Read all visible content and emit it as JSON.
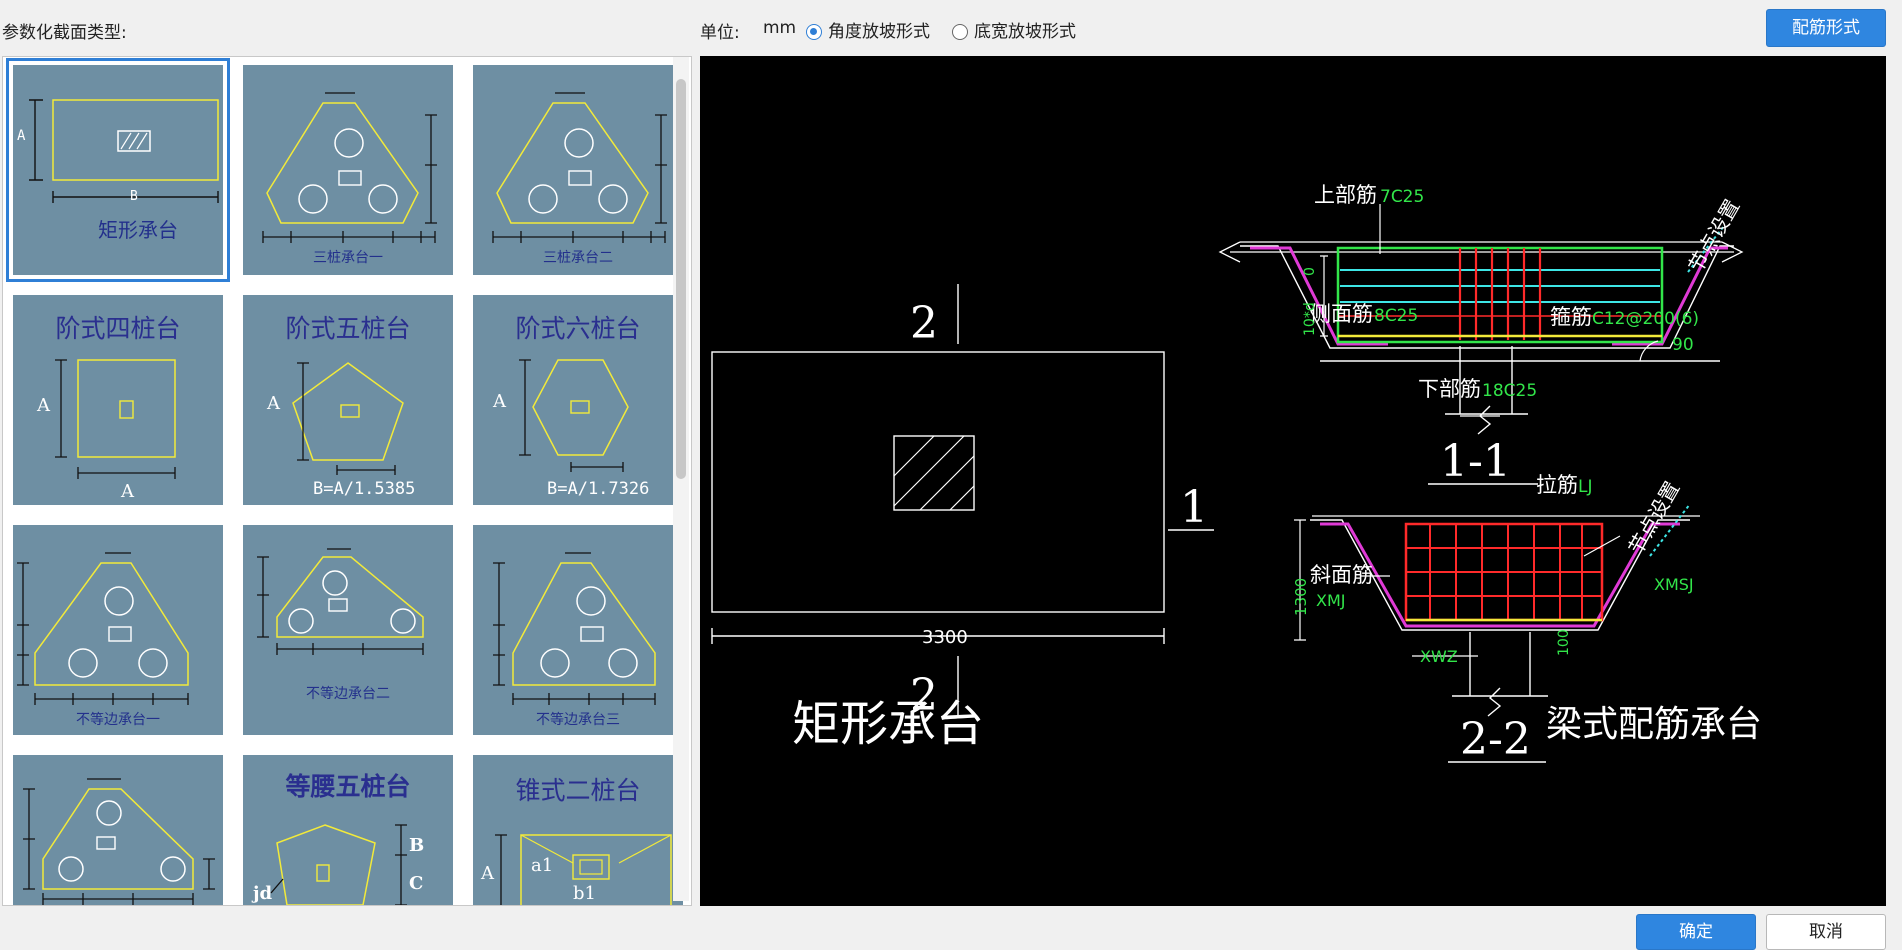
{
  "toolbar": {
    "section_type_label": "参数化截面类型:",
    "unit_label": "单位:",
    "unit_value": "mm",
    "radio_angle_label": "角度放坡形式",
    "radio_width_label": "底宽放坡形式",
    "rebar_form_button": "配筋形式"
  },
  "gallery": {
    "tiles": [
      {
        "caption": "矩形承台",
        "dim_a": "A",
        "dim_b": "B"
      },
      {
        "caption": "三桩承台一"
      },
      {
        "caption": "三桩承台二"
      },
      {
        "title": "阶式四桩台",
        "dim_a": "A",
        "dim_b": "A"
      },
      {
        "title": "阶式五桩台",
        "dim_a": "A",
        "note": "B=A/1.5385"
      },
      {
        "title": "阶式六桩台",
        "dim_a": "A",
        "note": "B=A/1.7326"
      },
      {
        "caption": "不等边承台一"
      },
      {
        "caption": "不等边承台二"
      },
      {
        "caption": "不等边承台三"
      },
      {
        "caption": ""
      },
      {
        "title": "等腰五桩台",
        "dim_b": "B",
        "dim_c": "C",
        "dim_jd": "jd"
      },
      {
        "title": "锥式二桩台",
        "dim_a": "A",
        "dim_a1": "a1",
        "dim_b1": "b1"
      }
    ]
  },
  "preview": {
    "plan": {
      "top_mark": "2",
      "bottom_mark": "2",
      "side_mark": "1",
      "width_dim": "3300",
      "name": "矩形承台"
    },
    "section_1": {
      "title": "1-1",
      "top_bar_label": "上部筋",
      "top_bar_value": "7C25",
      "node_label": "节点设置",
      "side_bar_label": "侧面筋",
      "side_bar_value": "8C25",
      "stirrup_label": "箍筋",
      "stirrup_value": "C12@200(6)",
      "bottom_bar_label": "下部筋",
      "bottom_bar_value": "18C25",
      "angle": "90",
      "dim_0": "0",
      "dim_10d": "10*d"
    },
    "section_2": {
      "title": "2-2",
      "tie_label": "拉筋",
      "tie_value": "LJ",
      "node_label": "节点设置",
      "slope_label": "斜面筋",
      "slope_value_left": "XMJ",
      "slope_value_right": "XMSJ",
      "height_dim": "1300",
      "dim_100": "100",
      "xwz": "XWZ",
      "beam_caption": "梁式配筋承台"
    }
  },
  "footer": {
    "ok_button": "确定",
    "cancel_button": "取消"
  }
}
